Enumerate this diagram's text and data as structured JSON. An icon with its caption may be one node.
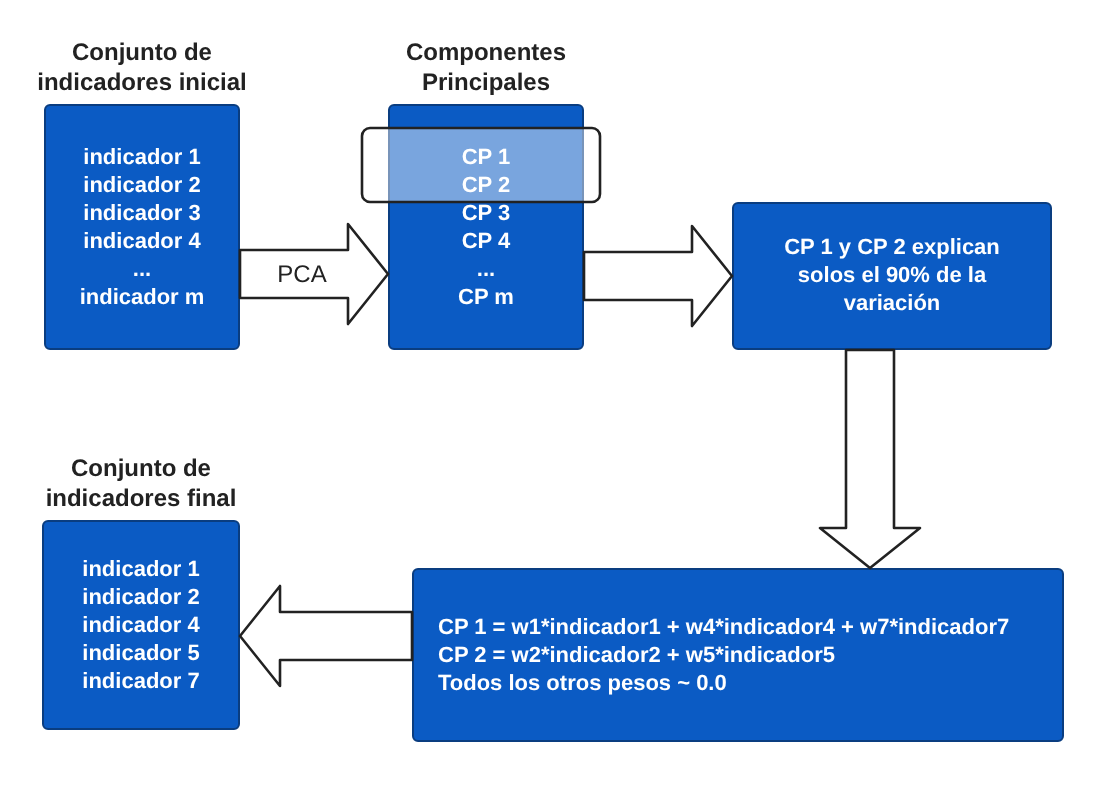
{
  "diagram": {
    "nodes": [
      {
        "text": [
          "Conjunto de indicadores inicial",
          "indicador 1",
          "indicador 2",
          "indicador 3",
          "indicador 4",
          "...",
          "indicador m"
        ]
      },
      {
        "text": [
          "Componentes Principales",
          "CP 1",
          "CP 2",
          "CP 3",
          "CP 4",
          "...",
          "CP m"
        ]
      },
      {
        "text": [
          "CP 1 y CP 2 explican solos el 90% de la variación"
        ]
      },
      {
        "text": [
          "CP 1 = w1*indicador1 + w4*indicador4 + w7*indicador7",
          "CP 2 = w2*indicador2 + w5*indicador5",
          "Todos los otros pesos ~ 0.0"
        ]
      },
      {
        "text": [
          "Conjunto de indicadores final",
          "indicador 1",
          "indicador 2",
          "indicador 4",
          "indicador 5",
          "indicador 7"
        ]
      }
    ],
    "edges": [
      {
        "from": 0,
        "to": 1,
        "arrow": "to",
        "label": "PCA",
        "style": "thick"
      },
      {
        "from": 1,
        "to": 2,
        "arrow": "to",
        "style": "thick"
      },
      {
        "from": 2,
        "to": 3,
        "arrow": "to",
        "style": "thick"
      },
      {
        "from": 3,
        "to": 4,
        "arrow": "to",
        "style": "thick"
      }
    ]
  }
}
